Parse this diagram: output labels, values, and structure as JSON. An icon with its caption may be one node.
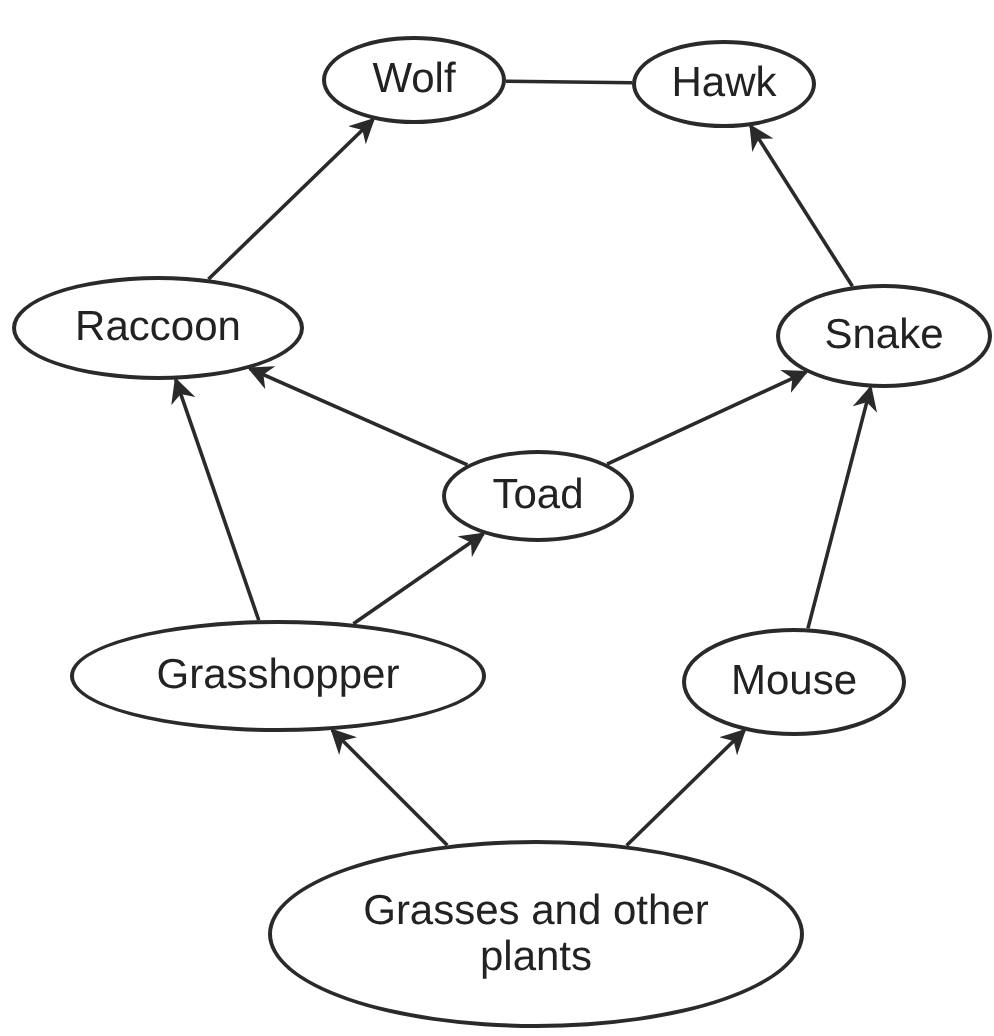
{
  "diagram": {
    "nodes": [
      {
        "text": [
          "Wolf"
        ]
      },
      {
        "text": [
          "Hawk"
        ]
      },
      {
        "text": [
          "Raccoon"
        ]
      },
      {
        "text": [
          "Snake"
        ]
      },
      {
        "text": [
          "Toad"
        ]
      },
      {
        "text": [
          "Grasshopper"
        ]
      },
      {
        "text": [
          "Mouse"
        ]
      },
      {
        "text": [
          "Grasses and other plants"
        ]
      }
    ],
    "edges": [
      {
        "from": 0,
        "to": 1,
        "arrow": "none"
      },
      {
        "from": 2,
        "to": 0,
        "arrow": "to"
      },
      {
        "from": 3,
        "to": 1,
        "arrow": "to"
      },
      {
        "from": 4,
        "to": 2,
        "arrow": "to"
      },
      {
        "from": 4,
        "to": 3,
        "arrow": "to"
      },
      {
        "from": 5,
        "to": 2,
        "arrow": "to"
      },
      {
        "from": 5,
        "to": 4,
        "arrow": "to"
      },
      {
        "from": 6,
        "to": 3,
        "arrow": "to"
      },
      {
        "from": 7,
        "to": 5,
        "arrow": "to"
      },
      {
        "from": 7,
        "to": 6,
        "arrow": "to"
      }
    ]
  }
}
